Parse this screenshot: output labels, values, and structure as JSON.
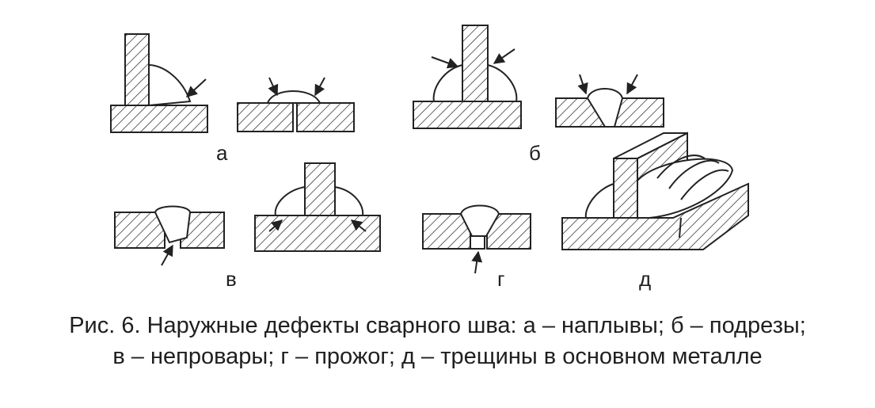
{
  "labels": {
    "a": "а",
    "b": "б",
    "v": "в",
    "g": "г",
    "d": "д"
  },
  "caption": {
    "line1": "Рис. 6. Наружные дефекты сварного шва: а – наплывы; б – подрезы;",
    "line2": "в – непровары; г – прожог; д – трещины в основном металле"
  }
}
